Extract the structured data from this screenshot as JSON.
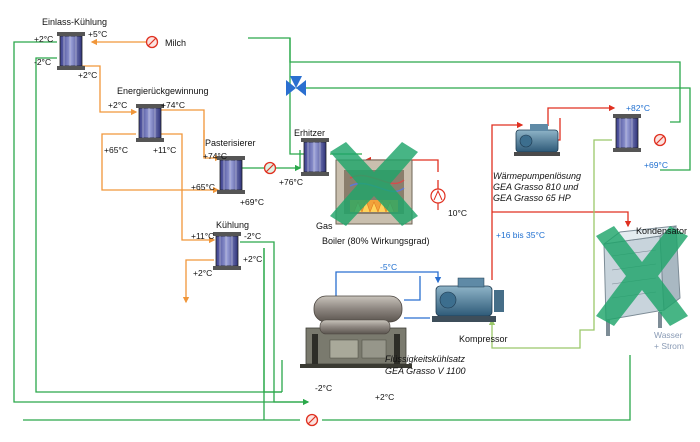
{
  "components": {
    "einlass": "Einlass-Kühlung",
    "milch": "Milch",
    "energie": "Energierückgewinnung",
    "pasteurisierer": "Pasterisierer",
    "erhitzer": "Erhitzer",
    "kuehlung": "Kühlung",
    "gas": "Gas",
    "boiler": "Boiler (80% Wirkungsgrad)",
    "waermepumpe_1": "Wärmepumpenlösung",
    "waermepumpe_2": "GEA Grasso 810 und",
    "waermepumpe_3": "GEA Grasso 65 HP",
    "kondensator": "Kondensator",
    "kompressor": "Kompressor",
    "fluessig_1": "Flüssigkeitskühlsatz",
    "fluessig_2": "GEA Grasso V 1100",
    "wasser": "Wasser",
    "strom": "+ Strom"
  },
  "temps": {
    "t_p5": "+5°C",
    "t_p2_a": "+2°C",
    "t_m2_a": "-2°C",
    "t_p2_b": "+2°C",
    "t_p2_c": "+2°C",
    "t_p74_a": "+74°C",
    "t_p65_a": "+65°C",
    "t_p11_a": "+11°C",
    "t_p74_b": "+74°C",
    "t_p65_b": "+65°C",
    "t_p69_a": "+69°C",
    "t_p76": "+76°C",
    "t_p11_b": "+11°C",
    "t_m2_b": "-2°C",
    "t_p2_d": "+2°C",
    "t_p2_e": "+2°C",
    "t_10": "10°C",
    "t_p82": "+82°C",
    "t_p69_b": "+69°C",
    "t_range": "+16 bis 35°C",
    "t_m5": "-5°C",
    "t_m2_c": "-2°C",
    "t_p2_f": "+2°C"
  },
  "colors": {
    "green": "#2aa84a",
    "orange": "#f0963a",
    "red": "#e03020",
    "blue": "#2a6fd0",
    "lightgreen": "#9bc86a"
  }
}
